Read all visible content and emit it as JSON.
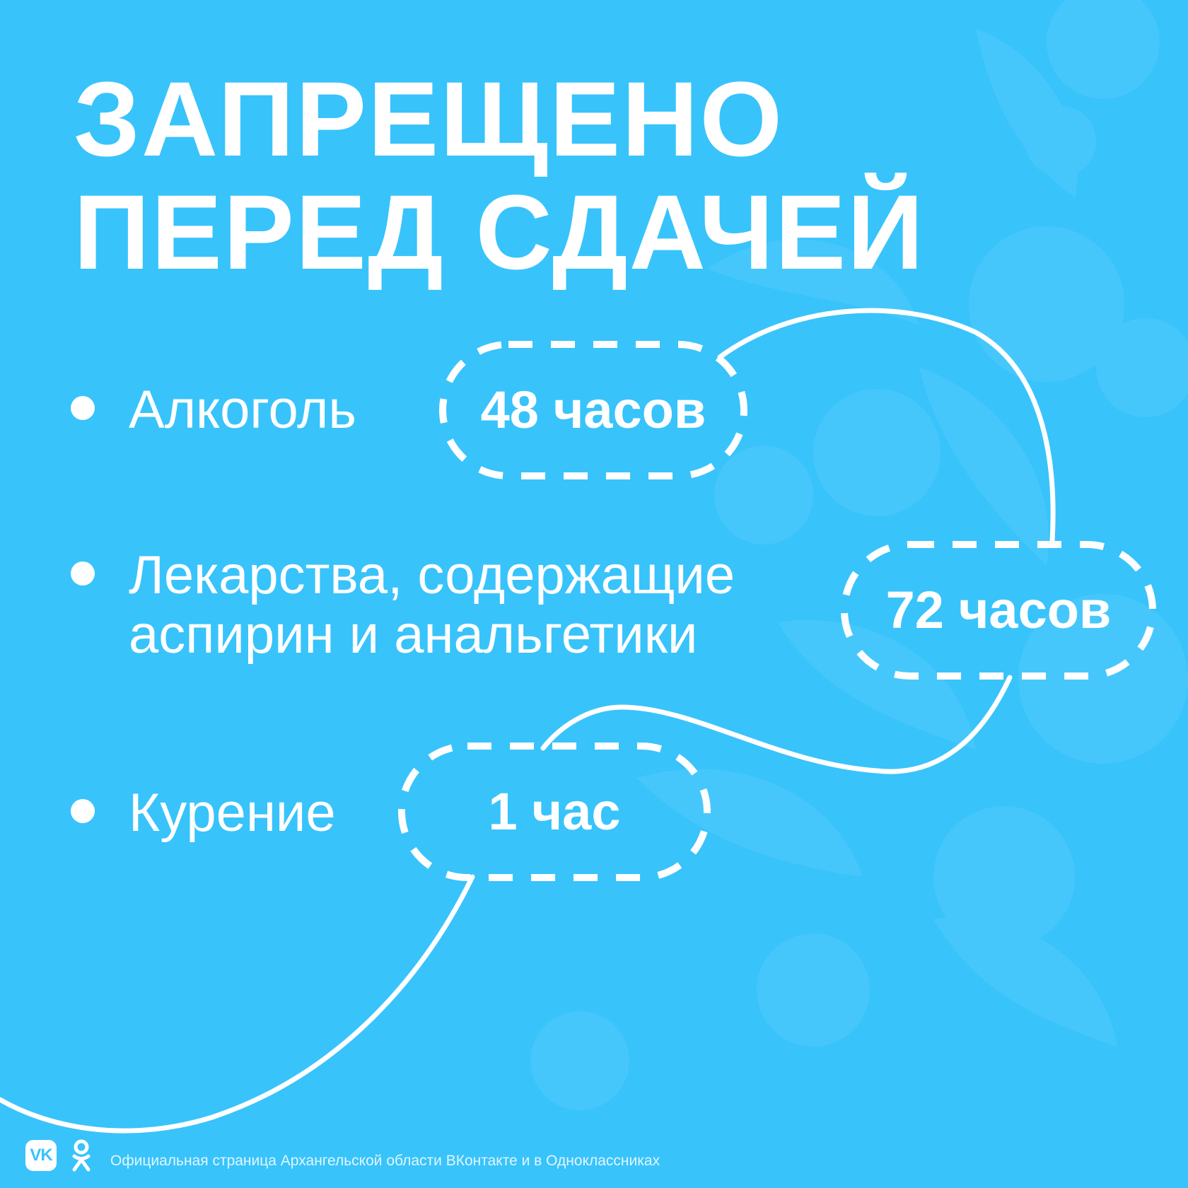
{
  "title": {
    "line1": "ЗАПРЕЩЕНО",
    "line2": "ПЕРЕД СДАЧЕЙ"
  },
  "items": [
    {
      "label_lines": [
        "Алкоголь"
      ],
      "duration": "48 часов"
    },
    {
      "label_lines": [
        "Лекарства, содержащие",
        "аспирин и анальгетики"
      ],
      "duration": "72 часов"
    },
    {
      "label_lines": [
        "Курение"
      ],
      "duration": "1 час"
    }
  ],
  "footer": {
    "vk_icon": "vk-logo",
    "ok_icon": "odnoklassniki-logo",
    "vk_text": "VK",
    "text": "Официальная страница Архангельской области ВКонтакте и в Одноклассниках"
  },
  "colors": {
    "background": "#38c3fb",
    "foreground": "#ffffff"
  }
}
